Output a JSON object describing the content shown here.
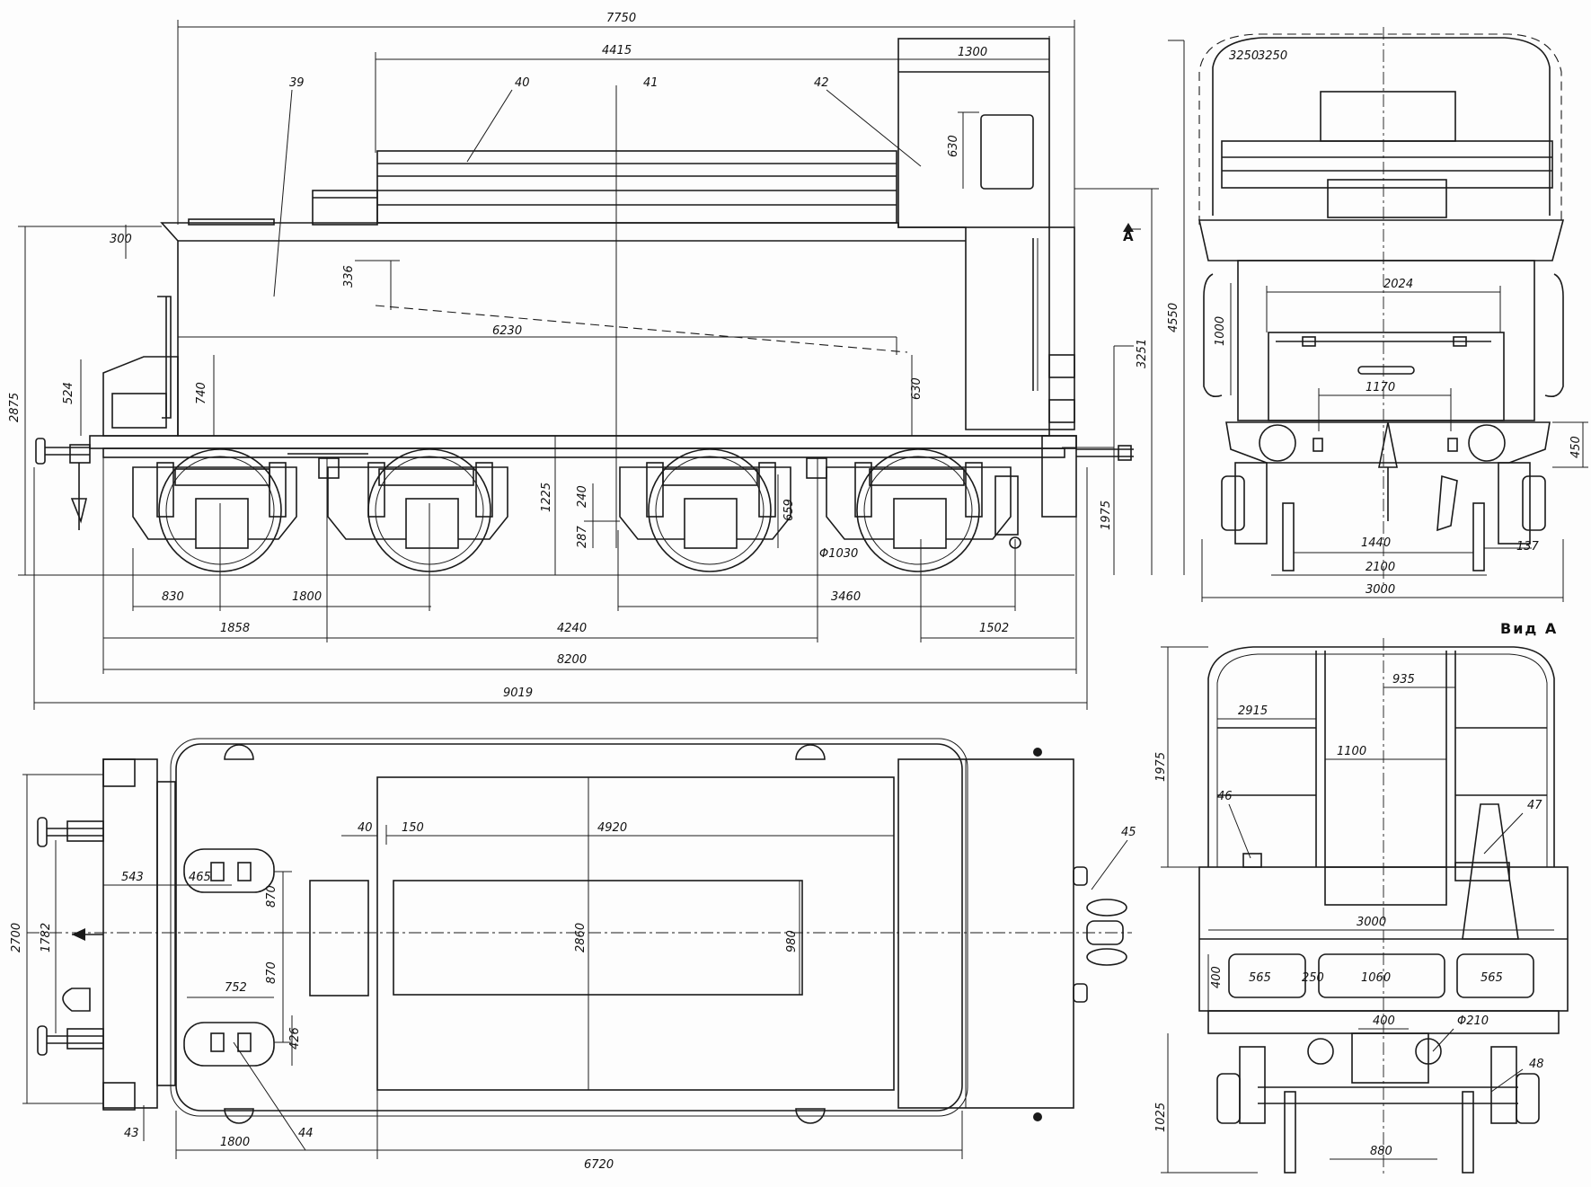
{
  "side_view": {
    "dims": [
      "7750",
      "4415",
      "1300",
      "3250",
      "630",
      "300",
      "336",
      "6230",
      "524",
      "740",
      "2875",
      "630",
      "3251",
      "4550",
      "1225",
      "240",
      "287",
      "659",
      "1975",
      "Φ1030",
      "830",
      "1800",
      "3460",
      "1858",
      "4240",
      "1502",
      "8200",
      "9019"
    ],
    "callouts": [
      "39",
      "40",
      "41",
      "42"
    ],
    "view_marker": "A"
  },
  "front_view": {
    "dims": [
      "3250",
      "2024",
      "1000",
      "1170",
      "450",
      "1440",
      "137",
      "2100",
      "3000"
    ]
  },
  "plan_view": {
    "dims": [
      "40",
      "150",
      "4920",
      "543",
      "465",
      "870",
      "870",
      "752",
      "426",
      "2860",
      "980",
      "2700",
      "1782",
      "1800",
      "6720"
    ],
    "callouts": [
      "43",
      "44",
      "45"
    ]
  },
  "view_a": {
    "title": "Вид А",
    "dims": [
      "935",
      "2915",
      "1100",
      "1975",
      "3000",
      "400",
      "565",
      "250",
      "1060",
      "565",
      "400",
      "Φ210",
      "1025",
      "880"
    ],
    "callouts": [
      "46",
      "47",
      "48"
    ]
  }
}
